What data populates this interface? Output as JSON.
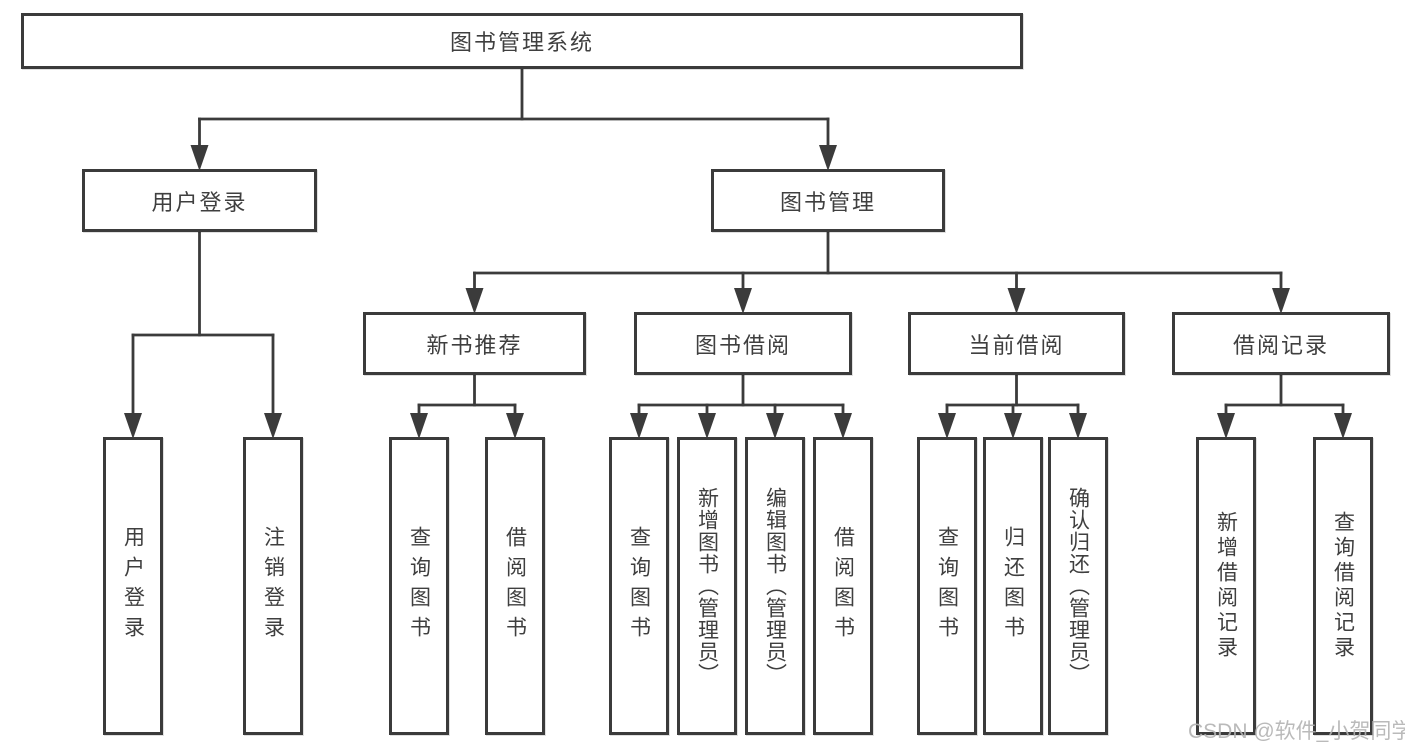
{
  "diagram": {
    "root": {
      "id": "root",
      "label": "图书管理系统"
    },
    "level2": [
      {
        "id": "user-login",
        "label": "用户登录",
        "children": [
          "leaf-user-login",
          "leaf-logout"
        ]
      },
      {
        "id": "book-mgmt",
        "label": "图书管理",
        "children": [
          "new-book-rec",
          "book-borrow",
          "current-borrow",
          "borrow-record"
        ]
      }
    ],
    "level3": [
      {
        "id": "new-book-rec",
        "label": "新书推荐",
        "children": [
          "leaf-query-book-1",
          "leaf-borrow-book-1"
        ]
      },
      {
        "id": "book-borrow",
        "label": "图书借阅",
        "children": [
          "leaf-query-book-2",
          "leaf-add-book",
          "leaf-edit-book",
          "leaf-borrow-book-2"
        ]
      },
      {
        "id": "current-borrow",
        "label": "当前借阅",
        "children": [
          "leaf-query-book-3",
          "leaf-return-book",
          "leaf-confirm-return"
        ]
      },
      {
        "id": "borrow-record",
        "label": "借阅记录",
        "children": [
          "leaf-add-record",
          "leaf-query-record"
        ]
      }
    ],
    "leaves": [
      {
        "id": "leaf-user-login",
        "label": "用户登录"
      },
      {
        "id": "leaf-logout",
        "label": "注销登录"
      },
      {
        "id": "leaf-query-book-1",
        "label": "查询图书"
      },
      {
        "id": "leaf-borrow-book-1",
        "label": "借阅图书"
      },
      {
        "id": "leaf-query-book-2",
        "label": "查询图书"
      },
      {
        "id": "leaf-add-book",
        "label": "新增图书（管理员）"
      },
      {
        "id": "leaf-edit-book",
        "label": "编辑图书（管理员）"
      },
      {
        "id": "leaf-borrow-book-2",
        "label": "借阅图书"
      },
      {
        "id": "leaf-query-book-3",
        "label": "查询图书"
      },
      {
        "id": "leaf-return-book",
        "label": "归还图书"
      },
      {
        "id": "leaf-confirm-return",
        "label": "确认归还（管理员）"
      },
      {
        "id": "leaf-add-record",
        "label": "新增借阅记录"
      },
      {
        "id": "leaf-query-record",
        "label": "查询借阅记录"
      }
    ]
  },
  "watermark": {
    "text": "CSDN @软件_小贺同学"
  },
  "colors": {
    "line": "#3b3b3b",
    "box_background": "#ffffff",
    "label_text": "#3f3f3f",
    "watermark_text": "#b3b3b3",
    "page_background": "#ffffff"
  }
}
